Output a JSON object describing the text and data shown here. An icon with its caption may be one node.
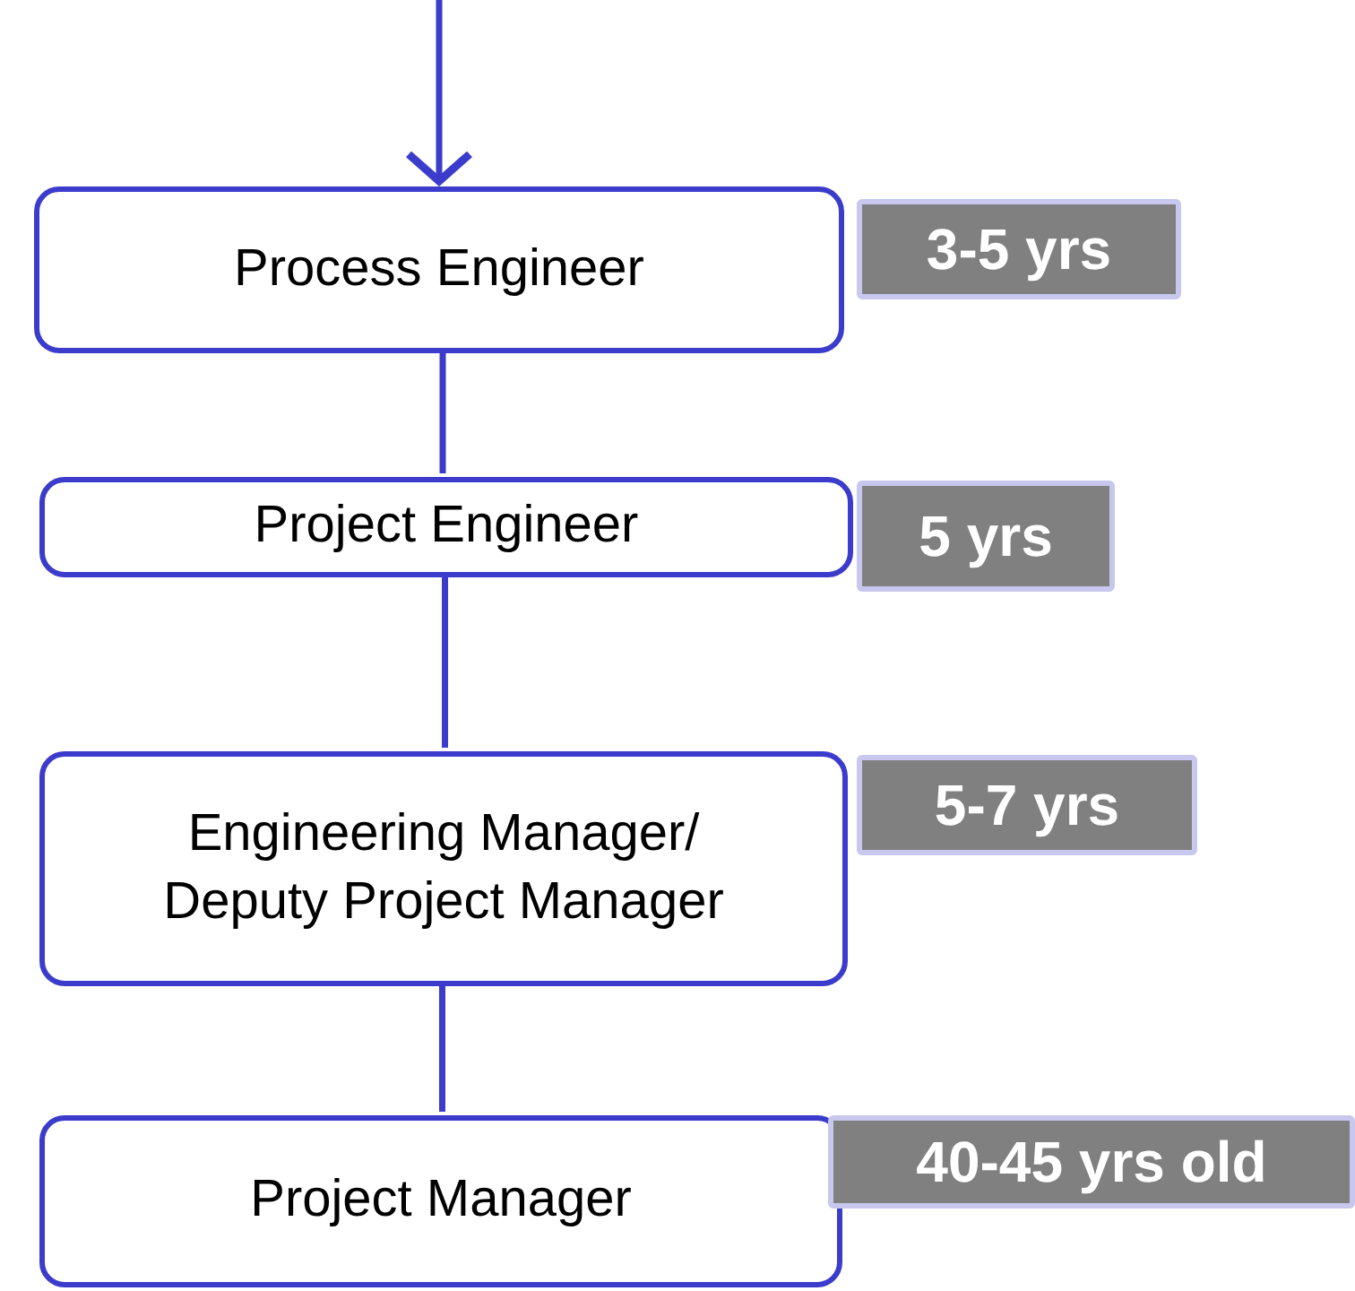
{
  "diagram": {
    "nodes": [
      {
        "text": [
          "Process Engineer"
        ],
        "beside": [
          "3-5 yrs"
        ]
      },
      {
        "text": [
          "Project Engineer"
        ],
        "beside": [
          "5 yrs"
        ]
      },
      {
        "text": [
          "Engineering Manager/ Deputy Project Manager"
        ],
        "beside": [
          "5-7 yrs"
        ]
      },
      {
        "text": [
          "Project Manager"
        ],
        "beside": [
          "40-45 yrs old"
        ]
      }
    ],
    "edges": [
      {
        "from": null,
        "to": 0,
        "arrow": "to"
      },
      {
        "from": 0,
        "to": 1,
        "arrow": "none"
      },
      {
        "from": 1,
        "to": 2,
        "arrow": "none"
      },
      {
        "from": 2,
        "to": 3,
        "arrow": "none"
      }
    ]
  }
}
